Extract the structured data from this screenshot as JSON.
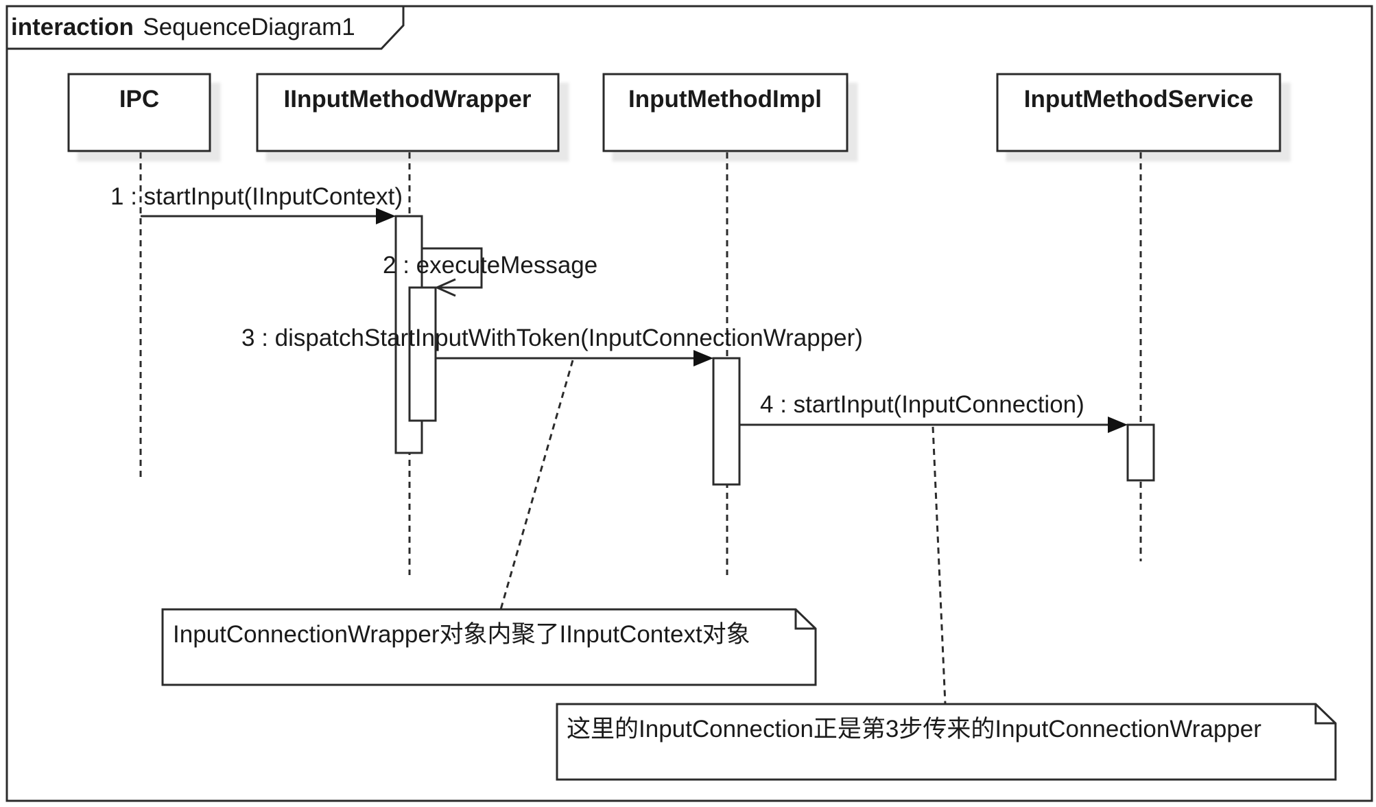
{
  "frame": {
    "keyword": "interaction",
    "name": "SequenceDiagram1"
  },
  "participants": [
    {
      "name": "IPC"
    },
    {
      "name": "IInputMethodWrapper"
    },
    {
      "name": "InputMethodImpl"
    },
    {
      "name": "InputMethodService"
    }
  ],
  "messages": [
    {
      "label": "1 : startInput(IInputContext)"
    },
    {
      "label": "2 : executeMessage"
    },
    {
      "label": "3 : dispatchStartInputWithToken(InputConnectionWrapper)"
    },
    {
      "label": "4 : startInput(InputConnection)"
    }
  ],
  "notes": [
    {
      "text": "InputConnectionWrapper对象内聚了IInputContext对象"
    },
    {
      "text": "这里的InputConnection正是第3步传来的InputConnectionWrapper"
    }
  ]
}
